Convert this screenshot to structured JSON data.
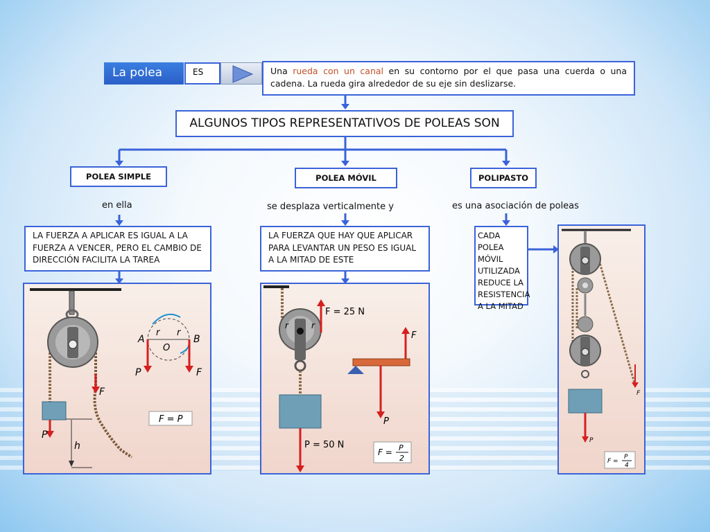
{
  "header": {
    "title": "La polea",
    "es_label": "ES",
    "definition_pre": "Una ",
    "definition_highlight": "rueda con un canal",
    "definition_post": " en su contorno por el que pasa una cuerda o una cadena. La rueda gira alrededor de su eje sin deslizarse."
  },
  "types_heading": "ALGUNOS TIPOS REPRESENTATIVOS DE POLEAS SON",
  "branches": {
    "simple": {
      "label": "POLEA SIMPLE",
      "connector": "en ella",
      "description": "LA FUERZA A APLICAR ES IGUAL A LA FUERZA A VENCER, PERO EL CAMBIO DE DIRECCIÓN FACILITA LA TAREA"
    },
    "movil": {
      "label": "POLEA MÓVIL",
      "connector": "se desplaza verticalmente y",
      "description": "LA FUERZA QUE HAY QUE APLICAR PARA LEVANTAR UN PESO ES IGUAL A LA MITAD DE ESTE"
    },
    "polipasto": {
      "label": "POLIPASTO",
      "connector": "es una asociación de poleas",
      "description": "CADA POLEA MÓVIL UTILIZADA REDUCE LA RESISTENCIA A LA MITAD"
    }
  },
  "figure_simple": {
    "force_F": "F",
    "force_P": "P",
    "height": "h",
    "point_A": "A",
    "point_B": "B",
    "point_O": "O",
    "radius": "r",
    "equation": "F = P"
  },
  "figure_movil": {
    "force_top": "F = 25 N",
    "weight": "P = 50 N",
    "radius": "r",
    "lever_F": "F",
    "lever_P": "P",
    "eq_lhs": "F =",
    "eq_num": "P",
    "eq_den": "2"
  },
  "figure_polipasto": {
    "force_F": "F",
    "force_P": "P",
    "eq_lhs": "F =",
    "eq_num": "P",
    "eq_den": "4"
  },
  "colors": {
    "border": "#3b63d9",
    "force_arrow": "#d62020",
    "pulley": "#8a8a8a"
  }
}
